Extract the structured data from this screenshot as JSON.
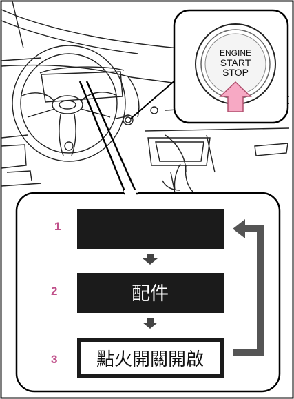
{
  "engine_button": {
    "line1": "ENGINE",
    "line2": "START",
    "line3": "STOP"
  },
  "steps": [
    {
      "number": "1",
      "label": ""
    },
    {
      "number": "2",
      "label": "配件"
    },
    {
      "number": "3",
      "label": "點火開關開啟"
    }
  ],
  "colors": {
    "step_number": "#c0508a",
    "press_arrow": "#f7a9c4",
    "box_dark": "#1b1b1b",
    "cycle_arrow": "#555555"
  },
  "icons": {
    "press_arrow": "press-arrow-icon",
    "down_arrow": "down-arrow-icon",
    "cycle_arrow": "cycle-back-arrow-icon"
  }
}
